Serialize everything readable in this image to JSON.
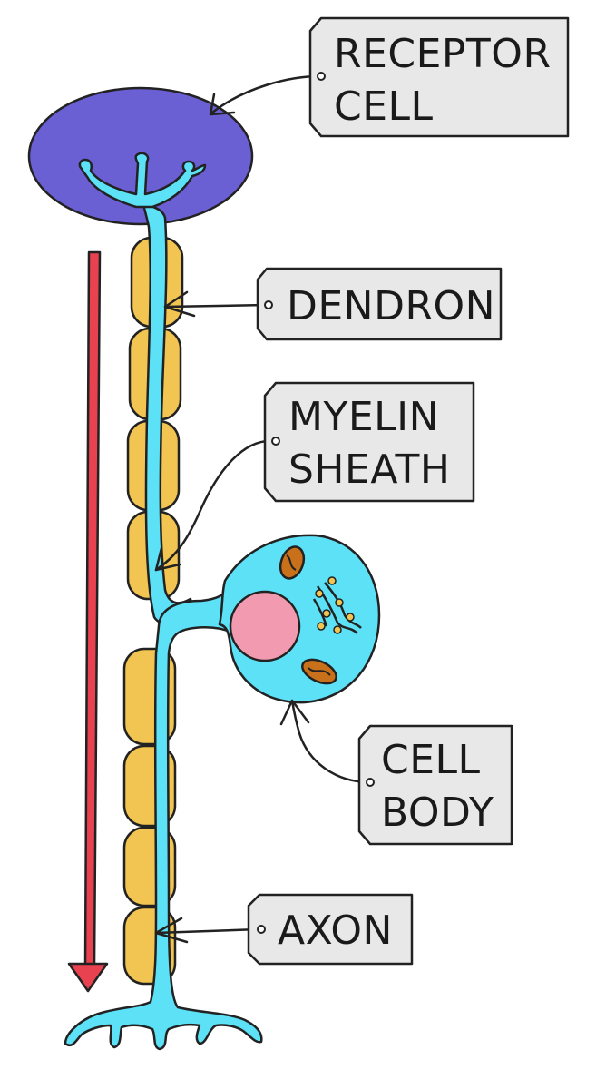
{
  "labels": {
    "receptor_cell": [
      "RECEPTOR",
      "CELL"
    ],
    "dendron": [
      "DENDRON"
    ],
    "myelin_sheath": [
      "MYELIN",
      "SHEATH"
    ],
    "cell_body": [
      "CELL",
      "BODY"
    ],
    "axon": [
      "AXON"
    ]
  },
  "colors": {
    "receptor_cell": "#6b5fd4",
    "neuron": "#5ce1f7",
    "myelin": "#f2c451",
    "nucleus": "#f29bb0",
    "mitochondria": "#c8701a",
    "arrow": "#e8414f",
    "tag_fill": "#e8e8e8"
  },
  "icons": {
    "impulse_direction": "down-arrow-icon"
  }
}
